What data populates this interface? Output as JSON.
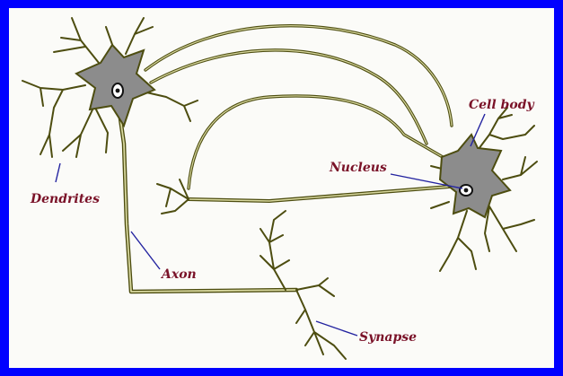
{
  "labels": {
    "dendrites": "Dendrites",
    "axon": "Axon",
    "cell_body": "Cell body",
    "nucleus": "Nucleus",
    "synapse": "Synapse"
  },
  "colors": {
    "frame": "#0000ff",
    "background": "#fbfbf8",
    "label_text": "#7a1228",
    "fiber_outline": "#4d4d10",
    "fiber_fill": "#d9d9a0",
    "soma_fill": "#8c8c8c",
    "pointer": "#2323a0"
  }
}
